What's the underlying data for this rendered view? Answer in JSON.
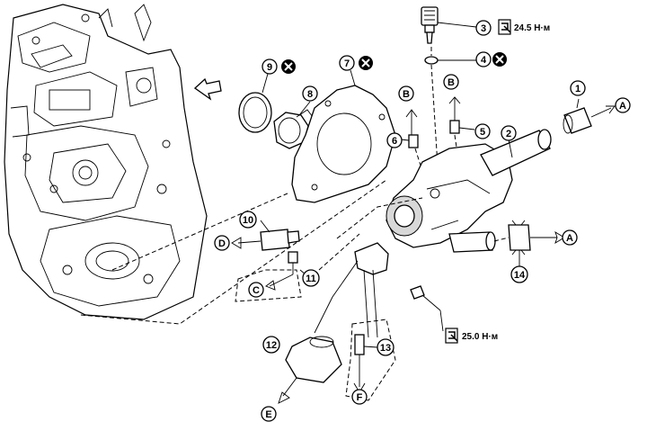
{
  "callouts": {
    "c1": "1",
    "c2": "2",
    "c3": "3",
    "c4": "4",
    "c5": "5",
    "c6": "6",
    "c7": "7",
    "c8": "8",
    "c9": "9",
    "c10": "10",
    "c11": "11",
    "c12": "12",
    "c13": "13",
    "c14": "14"
  },
  "connectors": {
    "a_top": "A",
    "a_mid": "A",
    "b_left": "B",
    "b_right": "B",
    "c": "C",
    "d": "D",
    "e": "E",
    "f": "F"
  },
  "torque": {
    "sensor": "24.5 Н·м",
    "bolt": "25.0 Н·м"
  },
  "icons": {
    "replace_mark": "x-circle-icon",
    "torque_mark": "torque-wrench-icon",
    "front_mark": "front-arrow-icon"
  },
  "colors": {
    "line": "#000000",
    "fill": "#ffffff",
    "shade": "#d8d8d8"
  }
}
